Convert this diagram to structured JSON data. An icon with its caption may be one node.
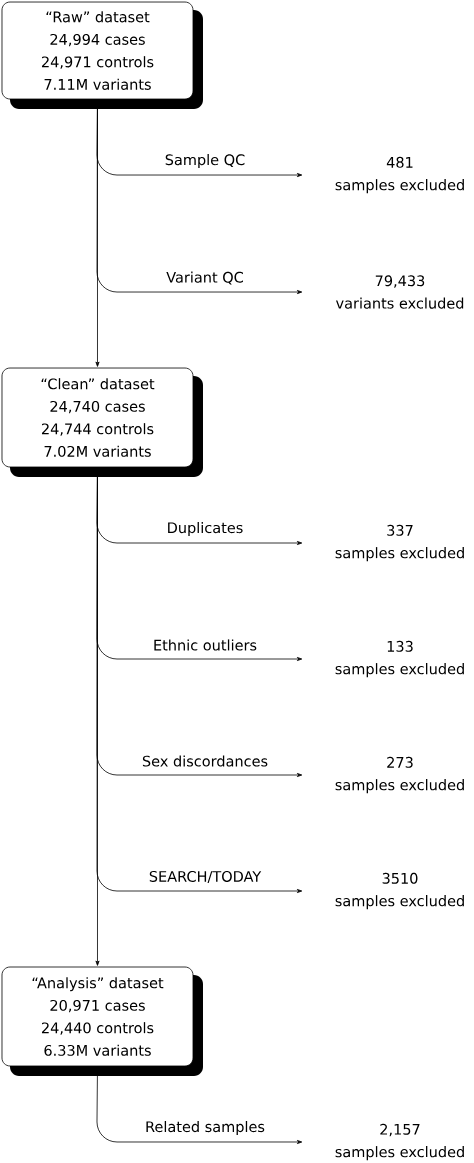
{
  "diagram": {
    "nodes": [
      {
        "text": [
          "“Raw” dataset",
          "24,994 cases",
          "24,971 controls",
          "7.11M variants"
        ]
      },
      {
        "text": [
          "“Clean” dataset",
          "24,740 cases",
          "24,744 controls",
          "7.02M variants"
        ]
      },
      {
        "text": [
          "“Analysis” dataset",
          "20,971 cases",
          "24,440 controls",
          "6.33M variants"
        ]
      },
      {
        "text": [
          "481",
          "samples excluded"
        ]
      },
      {
        "text": [
          "79,433",
          "variants excluded"
        ]
      },
      {
        "text": [
          "337",
          "samples excluded"
        ]
      },
      {
        "text": [
          "133",
          "samples excluded"
        ]
      },
      {
        "text": [
          "273",
          "samples excluded"
        ]
      },
      {
        "text": [
          "3510",
          "samples excluded"
        ]
      },
      {
        "text": [
          "2,157",
          "samples excluded"
        ]
      }
    ],
    "edges": [
      {
        "from": 0,
        "to": 1,
        "arrow": "to"
      },
      {
        "from": 1,
        "to": 2,
        "arrow": "to"
      },
      {
        "from": 0,
        "to": 3,
        "arrow": "to",
        "label": "Sample QC"
      },
      {
        "from": 0,
        "to": 4,
        "arrow": "to",
        "label": "Variant QC"
      },
      {
        "from": 1,
        "to": 5,
        "arrow": "to",
        "label": "Duplicates"
      },
      {
        "from": 1,
        "to": 6,
        "arrow": "to",
        "label": "Ethnic outliers"
      },
      {
        "from": 1,
        "to": 7,
        "arrow": "to",
        "label": "Sex discordances"
      },
      {
        "from": 1,
        "to": 8,
        "arrow": "to",
        "label": "SEARCH/TODAY"
      },
      {
        "from": 2,
        "to": 9,
        "arrow": "to",
        "label": "Related samples"
      }
    ]
  }
}
